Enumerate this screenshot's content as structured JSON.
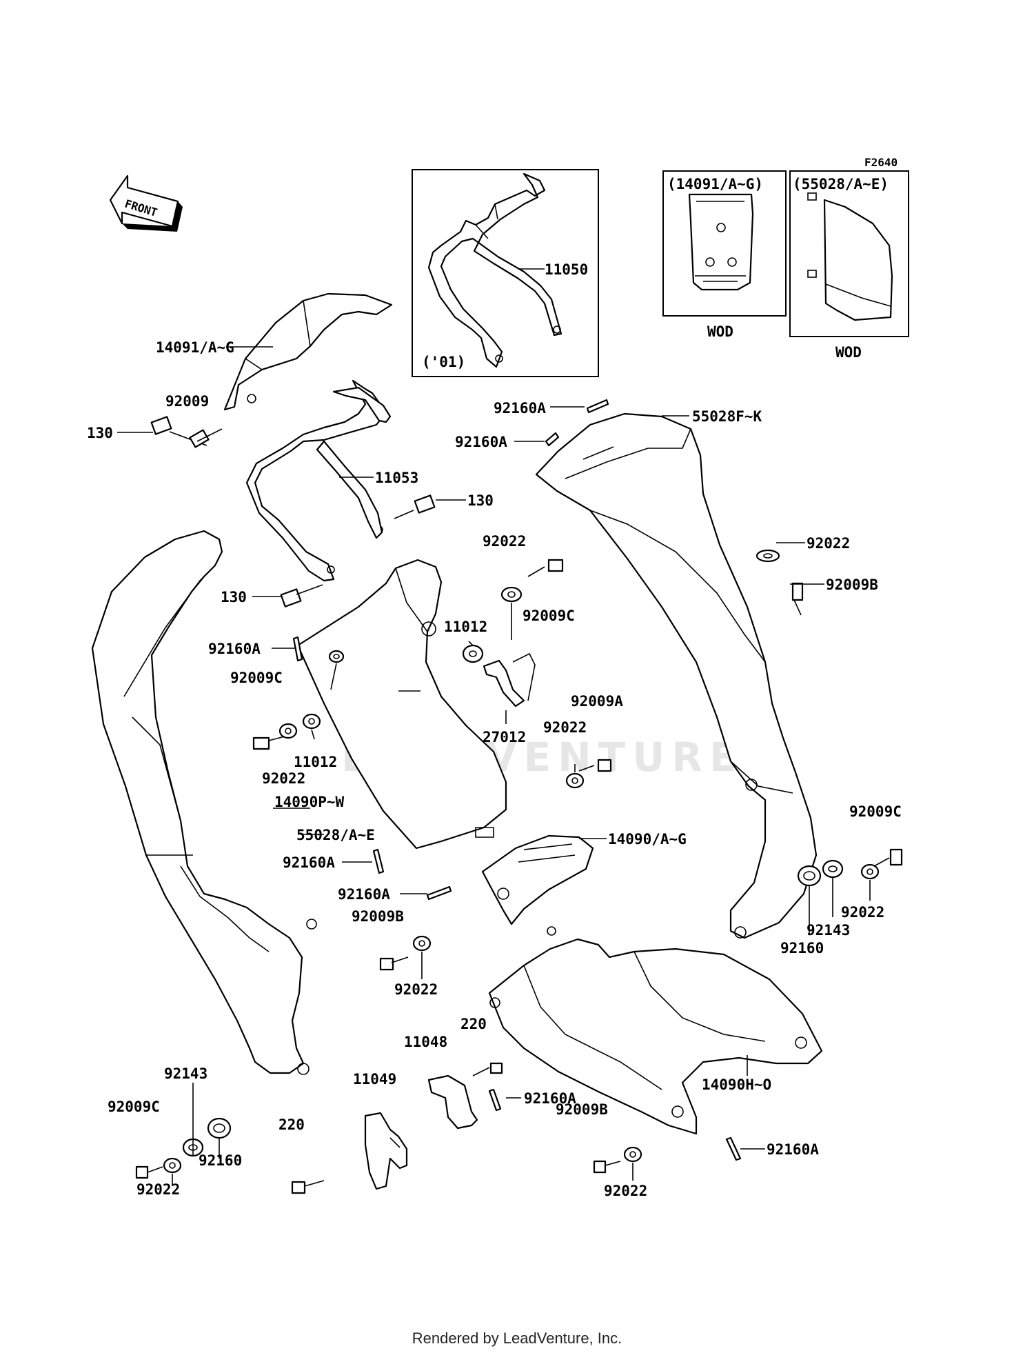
{
  "diagram": {
    "figure_code": "F2640",
    "front_label": "FRONT",
    "watermark": "LEADVENTURE",
    "inset_part_label": "11050",
    "inset_year_note": "('01)",
    "wod_left_title": "(14091/A~G)",
    "wod_left_note": "WOD",
    "wod_right_title": "(55028/A~E)",
    "wod_right_note": "WOD",
    "callouts": [
      {
        "id": "c01",
        "text": "14091/A~G"
      },
      {
        "id": "c02",
        "text": "92009"
      },
      {
        "id": "c03",
        "text": "130"
      },
      {
        "id": "c04",
        "text": "11053"
      },
      {
        "id": "c05",
        "text": "130"
      },
      {
        "id": "c06",
        "text": "130"
      },
      {
        "id": "c07",
        "text": "92160A"
      },
      {
        "id": "c08",
        "text": "92160A"
      },
      {
        "id": "c09",
        "text": "55028F~K"
      },
      {
        "id": "c10",
        "text": "92022"
      },
      {
        "id": "c11",
        "text": "92009C"
      },
      {
        "id": "c12",
        "text": "11012"
      },
      {
        "id": "c13",
        "text": "92022"
      },
      {
        "id": "c14",
        "text": "92009B"
      },
      {
        "id": "c15",
        "text": "92160A"
      },
      {
        "id": "c16",
        "text": "92009C"
      },
      {
        "id": "c17",
        "text": "11012"
      },
      {
        "id": "c18",
        "text": "92022"
      },
      {
        "id": "c19",
        "text": "27012"
      },
      {
        "id": "c20",
        "text": "92009A"
      },
      {
        "id": "c21",
        "text": "92022"
      },
      {
        "id": "c22",
        "text": "14090P~W"
      },
      {
        "id": "c23",
        "text": "55028/A~E"
      },
      {
        "id": "c24",
        "text": "14090/A~G"
      },
      {
        "id": "c25",
        "text": "92160A"
      },
      {
        "id": "c26",
        "text": "92160A"
      },
      {
        "id": "c27",
        "text": "92009B"
      },
      {
        "id": "c28",
        "text": "92022"
      },
      {
        "id": "c29",
        "text": "92009C"
      },
      {
        "id": "c30",
        "text": "92022"
      },
      {
        "id": "c31",
        "text": "92143"
      },
      {
        "id": "c32",
        "text": "92160"
      },
      {
        "id": "c33",
        "text": "220"
      },
      {
        "id": "c34",
        "text": "11048"
      },
      {
        "id": "c35",
        "text": "14090H~O"
      },
      {
        "id": "c36",
        "text": "92160A"
      },
      {
        "id": "c37",
        "text": "11049"
      },
      {
        "id": "c38",
        "text": "92143"
      },
      {
        "id": "c39",
        "text": "92009C"
      },
      {
        "id": "c40",
        "text": "92160"
      },
      {
        "id": "c41",
        "text": "220"
      },
      {
        "id": "c42",
        "text": "92009B"
      },
      {
        "id": "c43",
        "text": "92022"
      },
      {
        "id": "c44",
        "text": "92022"
      },
      {
        "id": "c45",
        "text": "92160A"
      }
    ]
  },
  "footer": {
    "text": "Rendered by LeadVenture, Inc."
  }
}
